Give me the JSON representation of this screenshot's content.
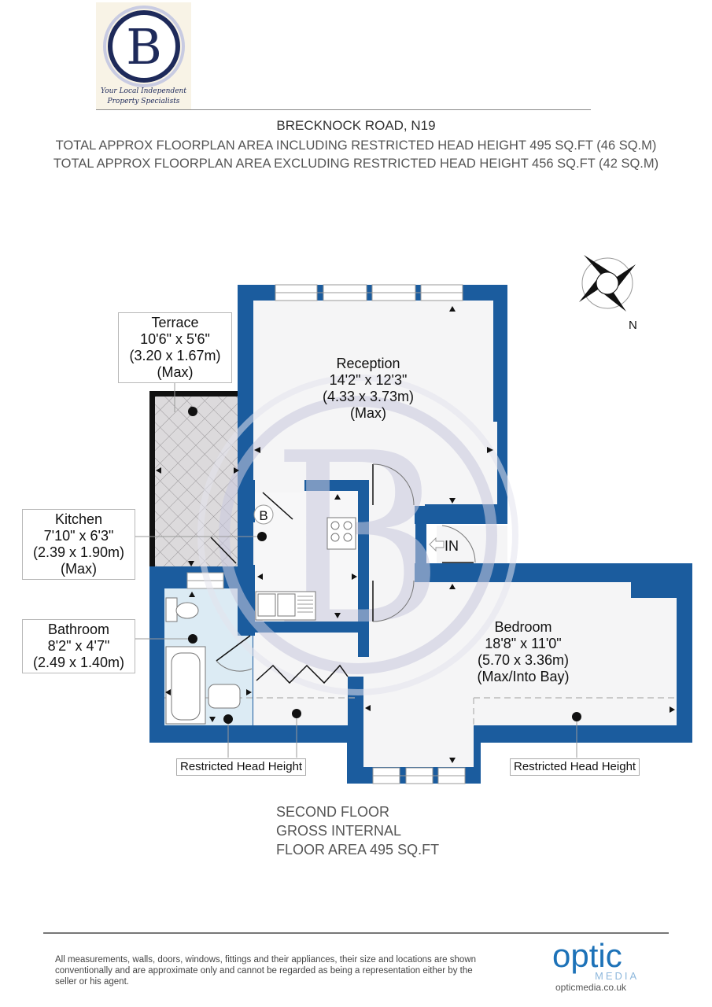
{
  "agent": {
    "logo_letter": "B",
    "tagline_line1": "Your Local Independent",
    "tagline_line2": "Property Specialists"
  },
  "header": {
    "address": "BRECKNOCK ROAD, N19",
    "area_including": "TOTAL APPROX FLOORPLAN AREA INCLUDING RESTRICTED HEAD HEIGHT 495 SQ.FT (46 SQ.M)",
    "area_excluding": "TOTAL APPROX FLOORPLAN AREA EXCLUDING RESTRICTED HEAD HEIGHT 456 SQ.FT (42 SQ.M)"
  },
  "compass": {
    "north_label": "N"
  },
  "rooms": {
    "terrace": {
      "name": "Terrace",
      "imperial": "10'6\" x 5'6\"",
      "metric": "(3.20 x 1.67m)",
      "note": "(Max)"
    },
    "reception": {
      "name": "Reception",
      "imperial": "14'2\" x 12'3\"",
      "metric": "(4.33 x 3.73m)",
      "note": "(Max)"
    },
    "kitchen": {
      "name": "Kitchen",
      "imperial": "7'10\" x 6'3\"",
      "metric": "(2.39 x 1.90m)",
      "note": "(Max)"
    },
    "bathroom": {
      "name": "Bathroom",
      "imperial": "8'2\" x 4'7\"",
      "metric": "(2.49 x 1.40m)"
    },
    "bedroom": {
      "name": "Bedroom",
      "imperial": "18'8\" x 11'0\"",
      "metric": "(5.70 x 3.36m)",
      "note": "(Max/Into Bay)"
    }
  },
  "markers": {
    "boiler": "B",
    "entrance": "IN",
    "restricted_left": "Restricted Head Height",
    "restricted_right": "Restricted Head Height"
  },
  "floor": {
    "line1": "SECOND FLOOR",
    "line2": "GROSS INTERNAL",
    "line3": "FLOOR AREA 495 SQ.FT"
  },
  "footer": {
    "disclaimer": "All measurements, walls, doors, windows, fittings and their appliances, their size and locations are shown conventionally and are approximate only and cannot be regarded as being a representation either by the seller or his agent.",
    "brand_top": "optic",
    "brand_bottom": "MEDIA",
    "url": "opticmedia.co.uk"
  },
  "colors": {
    "wall": "#1b5c9e",
    "floor": "#f5f5f6",
    "bathroom_floor": "#dcebf4",
    "terrace_fill": "#dcdadc",
    "watermark": "#d2d2e2",
    "logo_navy": "#1e2a5a"
  }
}
